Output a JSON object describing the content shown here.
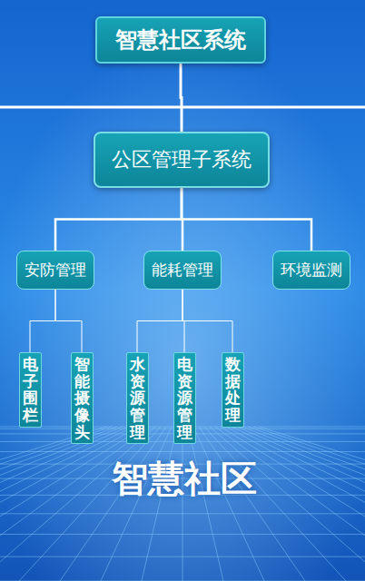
{
  "diagram": {
    "title": "智慧社区系统",
    "nodes": [
      {
        "text": [
          "智慧社区系统"
        ]
      },
      {
        "text": [
          "公区管理子系统"
        ]
      },
      {
        "text": [
          "安防管理"
        ]
      },
      {
        "text": [
          "能耗管理"
        ]
      },
      {
        "text": [
          "环境监测"
        ]
      },
      {
        "text": [
          "电子围栏"
        ]
      },
      {
        "text": [
          "智能摄像头"
        ]
      },
      {
        "text": [
          "水资源管理"
        ]
      },
      {
        "text": [
          "电资源管理"
        ]
      },
      {
        "text": [
          "数据处理"
        ]
      }
    ],
    "edges": [
      {
        "from": 0,
        "to": 1,
        "arrow": "none"
      },
      {
        "from": 1,
        "to": 2,
        "arrow": "none"
      },
      {
        "from": 1,
        "to": 3,
        "arrow": "none"
      },
      {
        "from": 1,
        "to": 4,
        "arrow": "none"
      },
      {
        "from": 2,
        "to": 5,
        "arrow": "none"
      },
      {
        "from": 2,
        "to": 6,
        "arrow": "none"
      },
      {
        "from": 3,
        "to": 7,
        "arrow": "none"
      },
      {
        "from": 3,
        "to": 8,
        "arrow": "none"
      },
      {
        "from": 3,
        "to": 9,
        "arrow": "none"
      }
    ],
    "labels": [
      "智慧社区"
    ]
  }
}
